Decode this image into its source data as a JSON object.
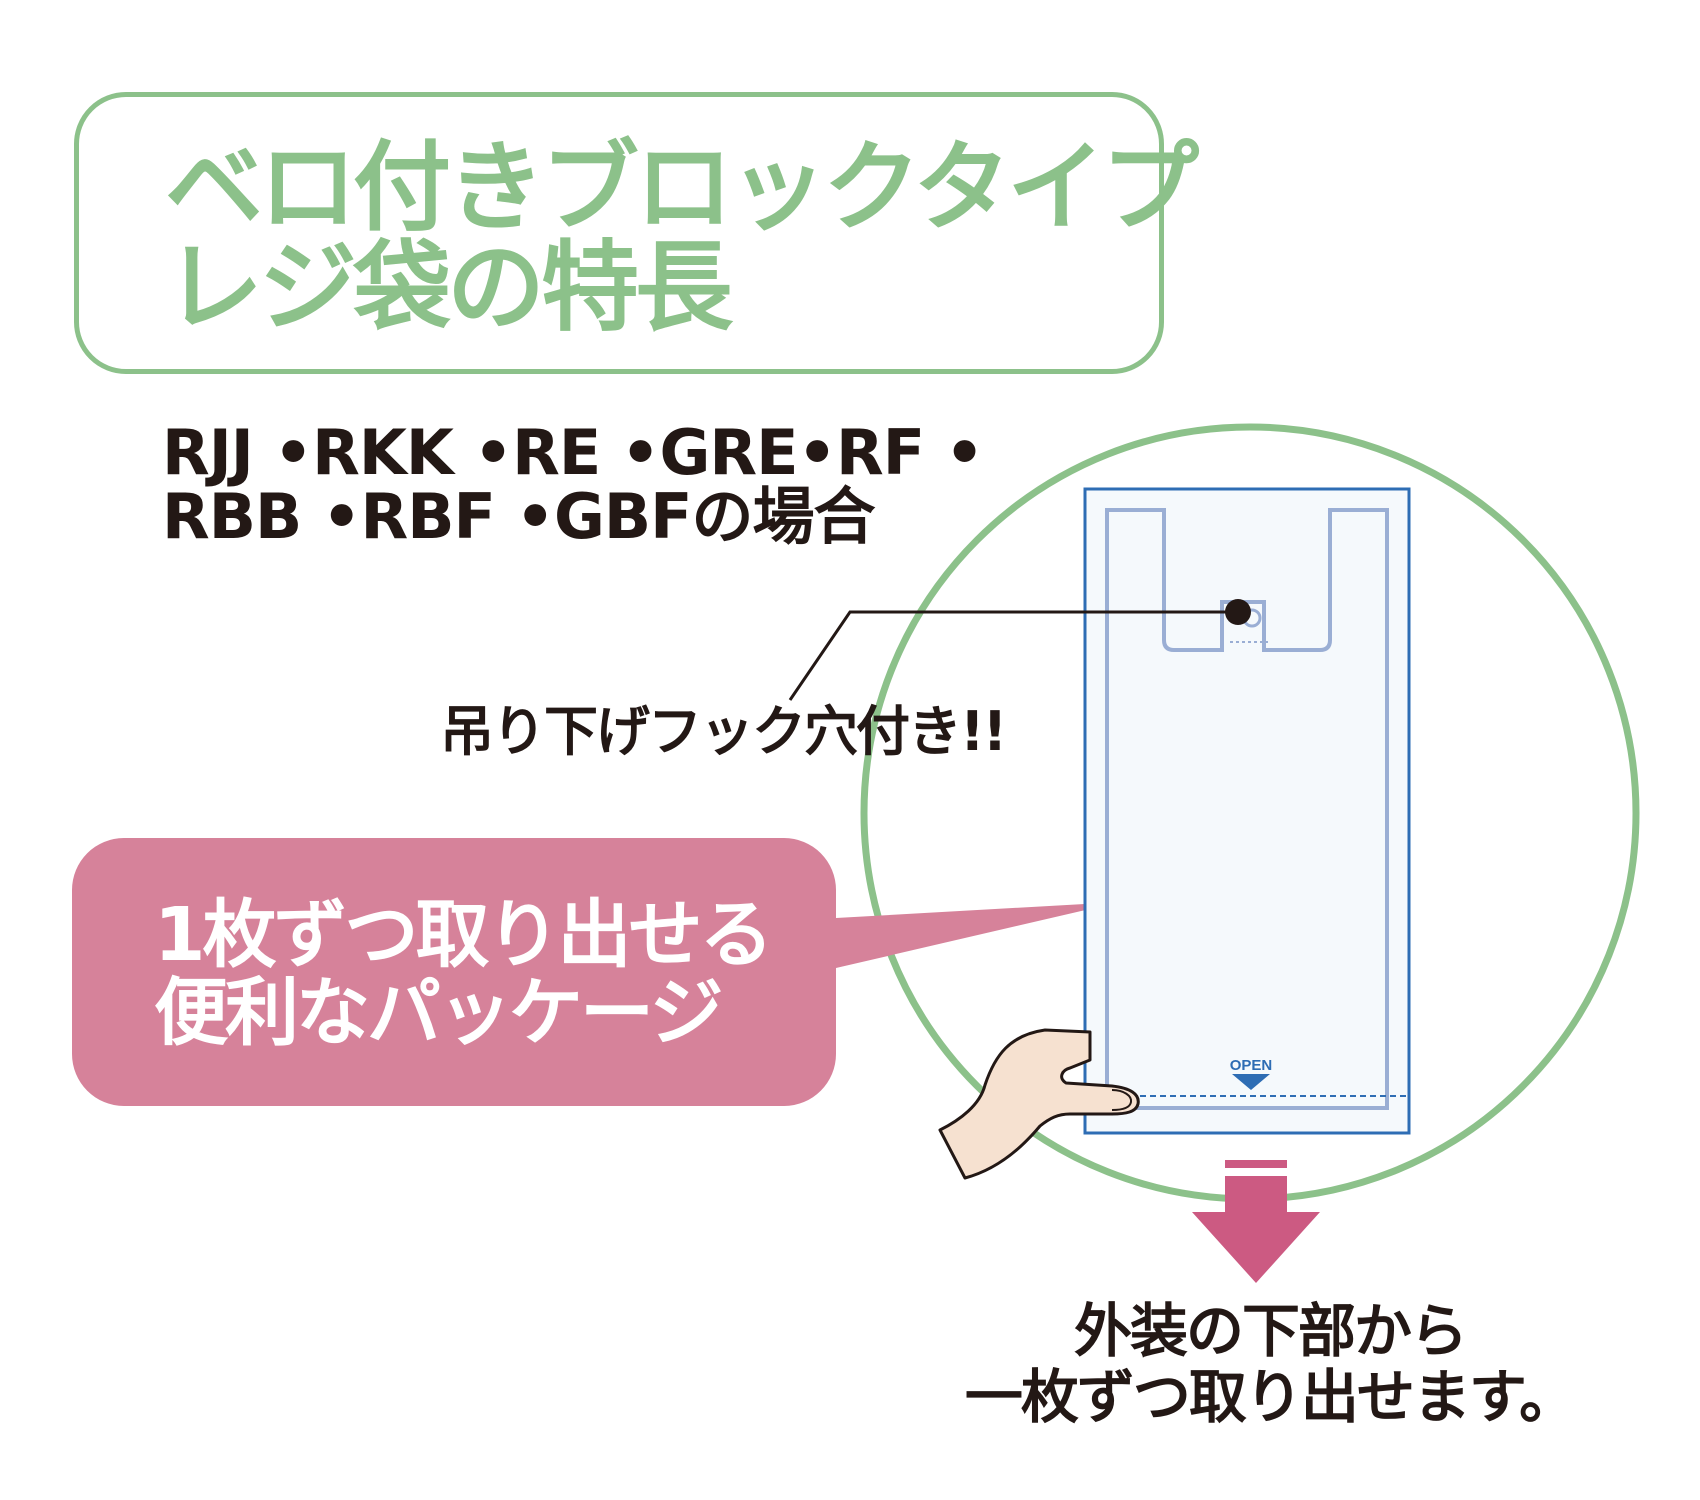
{
  "title": {
    "line1": "ベロ付きブロックタイプ",
    "line2": "レジ袋の特長"
  },
  "models": {
    "line1": "RJJ •RKK •RE •GRE•RF •",
    "line2": "RBB •RBF •GBFの場合"
  },
  "hook_callout": "吊り下げフック穴付き!!",
  "feature_callout": {
    "line1": "1枚ずつ取り出せる",
    "line2": "便利なパッケージ"
  },
  "open_label": "OPEN",
  "bottom_note": {
    "line1": "外装の下部から",
    "line2": "一枚ずつ取り出せます。"
  },
  "colors": {
    "green": "#8cc18a",
    "pink": "#d6829a",
    "arrow": "#cc5a82",
    "package_blue": "#2e6db4",
    "text": "#231815"
  }
}
